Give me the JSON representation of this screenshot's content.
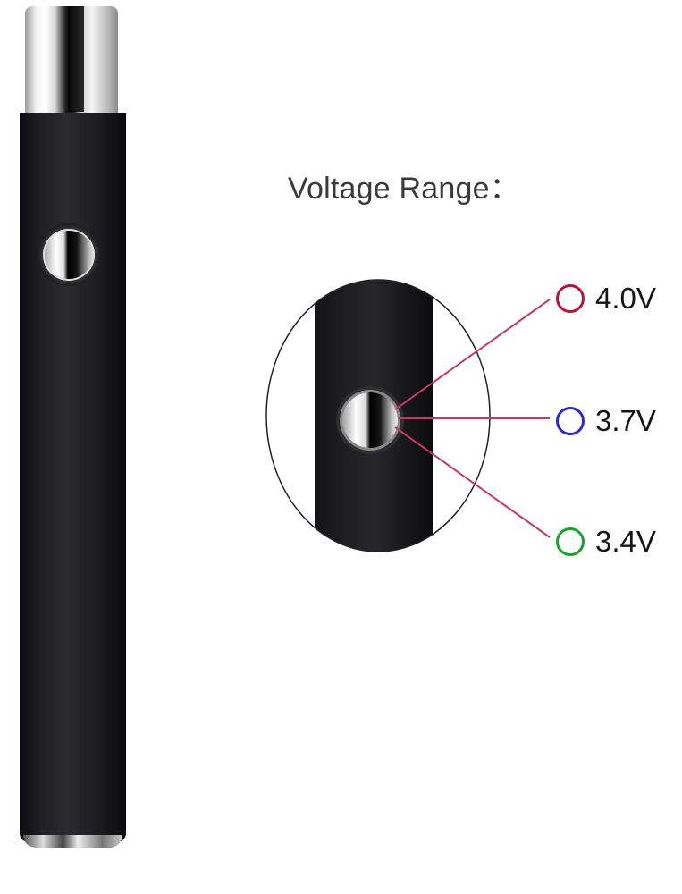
{
  "title": "Voltage Range：",
  "voltages": [
    {
      "label": "4.0V",
      "color": "#b5153a"
    },
    {
      "label": "3.7V",
      "color": "#2a2ad0"
    },
    {
      "label": "3.4V",
      "color": "#1aa32a"
    }
  ],
  "connector_line_color": "#c23a5f"
}
